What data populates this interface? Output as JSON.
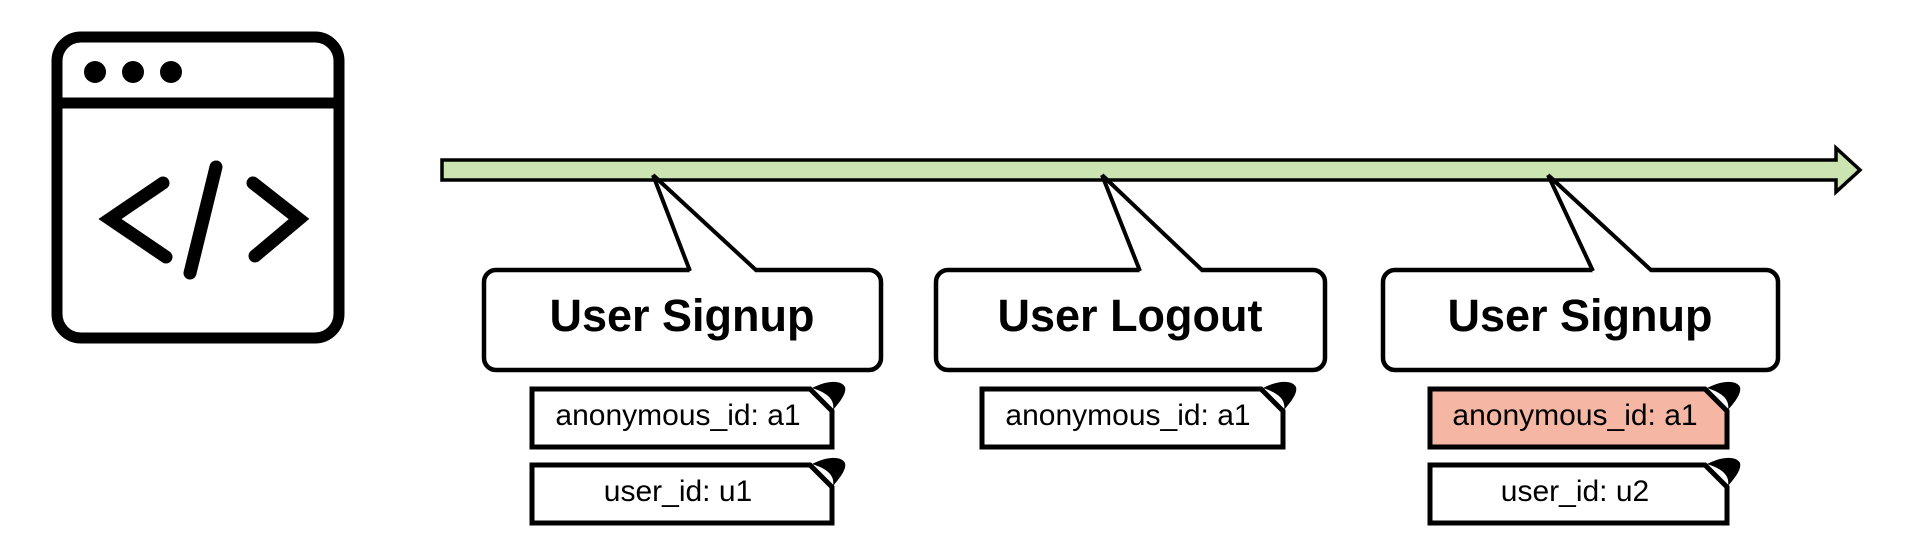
{
  "diagram": {
    "source_icon": {
      "name": "browser-window-code-icon",
      "glyph": "</>"
    },
    "timeline": {
      "fill": "#cce3b2",
      "stroke": "#000000"
    },
    "events": [
      {
        "title": "User Signup",
        "notes": [
          {
            "text": "anonymous_id: a1",
            "highlighted": false
          },
          {
            "text": "user_id: u1",
            "highlighted": false
          }
        ]
      },
      {
        "title": "User Logout",
        "notes": [
          {
            "text": "anonymous_id: a1",
            "highlighted": false
          }
        ]
      },
      {
        "title": "User Signup",
        "notes": [
          {
            "text": "anonymous_id: a1",
            "highlighted": true
          },
          {
            "text": "user_id: u2",
            "highlighted": false
          }
        ]
      }
    ],
    "colors": {
      "note_fill": "#ffffff",
      "highlight_fill": "#f5b6a4",
      "stroke": "#000000"
    }
  }
}
